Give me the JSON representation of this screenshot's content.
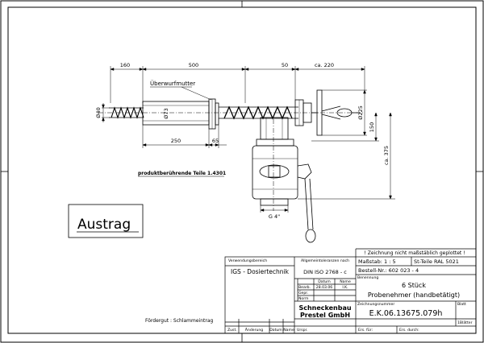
{
  "dims": {
    "d160": "160",
    "d500": "500",
    "d50": "50",
    "dca220": "ca. 220",
    "d250": "250",
    "d65": "65",
    "dphi40": "Ø40",
    "dphi73": "Ø73",
    "dphi225": "Ø225",
    "d150": "150",
    "dca375": "ca. 375",
    "dg4": "G 4\""
  },
  "notes": {
    "ueberwurfmutter": "Überwurfmutter",
    "produkt": "produktberührende Teile 1.4301"
  },
  "main_label": "Austrag",
  "title_block": {
    "header_note": "! Zeichnung nicht maßstäblich geplottet !",
    "verwendung_label": "Verwendungsbereich",
    "verwendung_value": "IGS - Dosiertechnik",
    "allg_tol_label": "Allgemeintoleranzen nach",
    "allg_tol_value": "DIN ISO 2768 - c",
    "massstab": "Maßstab: 1 : 5",
    "st_teile": "St-Teile RAL 5021",
    "bestell": "Bestell-Nr.: 602 023 - 4",
    "benennung_label": "Benennung",
    "benennung_line1": "6 Stück",
    "benennung_line2": "Probenehmer (handbetätigt)",
    "col_datum": "Datum",
    "col_name": "Name",
    "row_bearb": "Bearb.",
    "row_gepr": "Gepr.",
    "row_norm": "Norm",
    "bearb_datum": "28.03.06",
    "bearb_name": "I.K.",
    "company_line1": "Schneckenbau",
    "company_line2": "Prestel GmbH",
    "zeichnungsnr_label": "Zeichnungsnummer",
    "zeichnungsnr_value": "E.K.06.13675.079h",
    "blatt_label": "Blatt",
    "blatt_value": "1Blätter",
    "foerdergut": "Fördergut : Schlammeintrag",
    "zust": "Zust.",
    "aenderung": "Änderung",
    "datum": "Datum",
    "name": "Name",
    "urspr": "Urspr.",
    "ers_fuer": "Ers. für:",
    "ers_durch": "Ers. durch:"
  }
}
